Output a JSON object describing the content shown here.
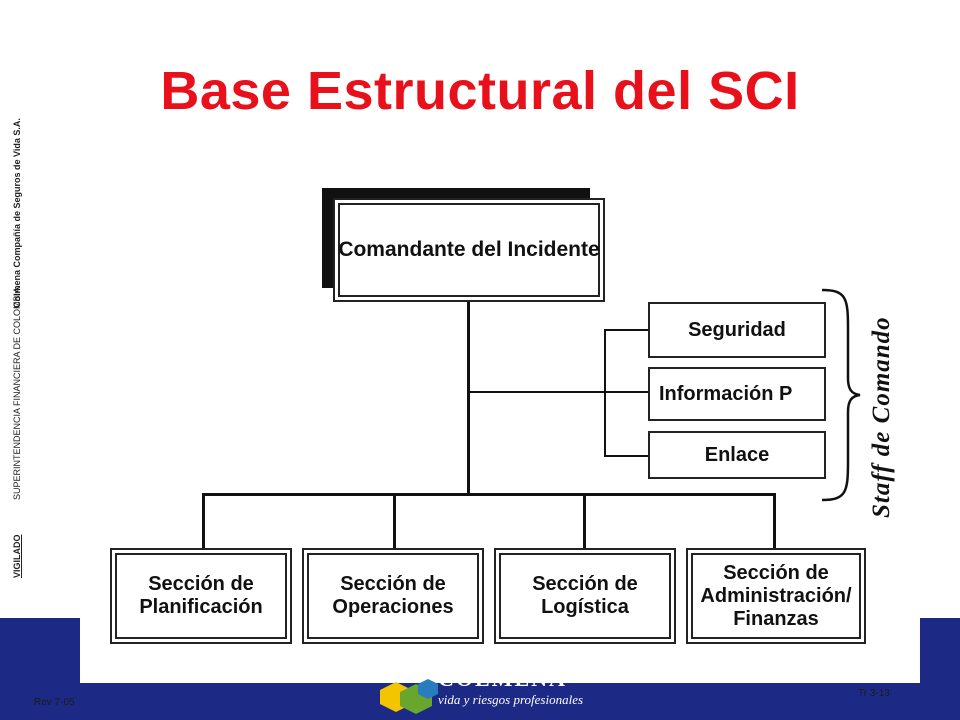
{
  "title": "Base Estructural del SCI",
  "side_labels": {
    "company": "Colmena Compañía de Seguros de Vida S.A.",
    "superintendencia": "SUPERINTENDENCIA FINANCIERA DE COLOMBIA",
    "vigilado": "VIGILADO"
  },
  "org_chart": {
    "commander": "Comandante del Incidente",
    "staff": [
      "Seguridad",
      "Información P",
      "Enlace"
    ],
    "staff_group_label": "Staff de Comando",
    "sections": [
      {
        "line1": "Sección de",
        "line2": "Planificación",
        "line3": ""
      },
      {
        "line1": "Sección de",
        "line2": "Operaciones",
        "line3": ""
      },
      {
        "line1": "Sección de",
        "line2": "Logística",
        "line3": ""
      },
      {
        "line1": "Sección de",
        "line2": "Administración/",
        "line3": "Finanzas"
      }
    ]
  },
  "footer": {
    "rev": "Rev 7-05",
    "slide_ref": "Tr 3-13",
    "brand": "COLMENA",
    "slogan": "vida y riesgos profesionales"
  },
  "colors": {
    "title": "#e8101a",
    "band": "#1d2a85",
    "logo_yellow": "#f2c500",
    "logo_green": "#6aa62e",
    "logo_blue": "#2a7cc0"
  }
}
